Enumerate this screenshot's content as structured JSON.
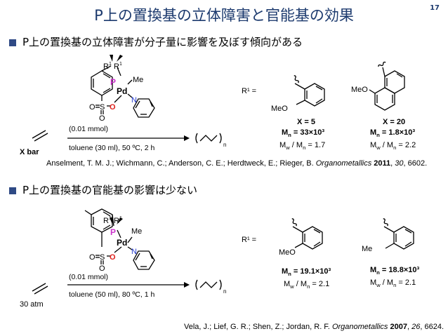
{
  "page_title": "P上の置換基の立体障害と官能基の効果",
  "page_number": "17",
  "section1": {
    "heading": "P上の置換基の立体障害が分子量に影響を及ぼす傾向がある",
    "catalyst_amount": "(0.01 mmol)",
    "conditions": "toluene (30 ml), 50 ºC, 2 h",
    "monomer_pressure": "X bar",
    "r1_label": "R¹ =",
    "substituent1": {
      "label": "MeO",
      "x": "X = 5",
      "mn_value": "33×10³",
      "mw_mn_value": "1.7"
    },
    "substituent2": {
      "label": "MeO",
      "x": "X = 20",
      "mn_value": "1.8×10³",
      "mw_mn_value": "2.2"
    },
    "reference": {
      "authors": "Anselment, T. M. J.; Wichmann, C.; Anderson, C. E.; Herdtweck, E.; Rieger, B.",
      "journal": "Organometallics",
      "year": "2011",
      "volume": "30",
      "pages": "6602."
    }
  },
  "section2": {
    "heading": "P上の置換基の官能基の影響は少ない",
    "catalyst_amount": "(0.01 mmol)",
    "conditions": "toluene (50 ml), 80 ºC, 1 h",
    "monomer_pressure": "30 atm",
    "r1_label": "R¹ =",
    "substituent1": {
      "label": "MeO",
      "mn_value": "19.1×10³",
      "mw_mn_value": "2.1"
    },
    "substituent2": {
      "label": "Me",
      "mn_value": "18.8×10³",
      "mw_mn_value": "2.1"
    },
    "reference": {
      "authors": "Vela, J.; Lief, G. R.; Shen, Z.; Jordan, R. F.",
      "journal": "Organometallics",
      "year": "2007",
      "volume": "26",
      "pages": "6624."
    }
  },
  "structure_labels": {
    "r1": "R",
    "r1_sup": "1",
    "phosphorus": "P",
    "palladium": "Pd",
    "methyl": "Me",
    "nitrogen": "N",
    "sulfur": "S",
    "oxygen": "O",
    "subscript_n": "n",
    "mn_symbol": "M",
    "mn_sub": "n",
    "mw_sub": "w"
  },
  "colors": {
    "title": "#1c3a6e",
    "bullet": "#2f4a85",
    "phosphorus": "#cc33cc",
    "oxygen": "#e0201c",
    "nitrogen": "#1f36c8"
  }
}
